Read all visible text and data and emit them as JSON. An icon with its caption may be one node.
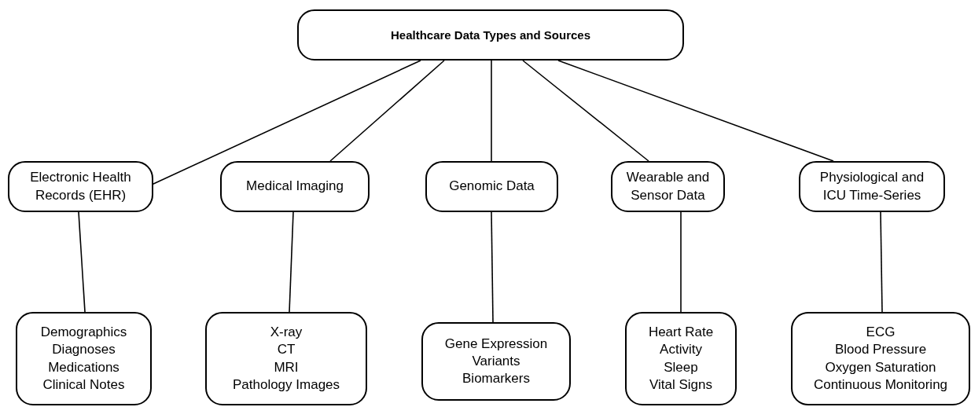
{
  "diagram": {
    "nodes": [
      {
        "text": [
          "Healthcare Data Types and Sources"
        ]
      },
      {
        "text": [
          "Electronic Health Records (EHR)"
        ]
      },
      {
        "text": [
          "Medical Imaging"
        ]
      },
      {
        "text": [
          "Genomic Data"
        ]
      },
      {
        "text": [
          "Wearable and Sensor Data"
        ]
      },
      {
        "text": [
          "Physiological and ICU Time-Series"
        ]
      },
      {
        "text": [
          "Demographics",
          "Diagnoses",
          "Medications",
          "Clinical Notes"
        ]
      },
      {
        "text": [
          "X-ray",
          "CT",
          "MRI",
          "Pathology Images"
        ]
      },
      {
        "text": [
          "Gene Expression",
          "Variants",
          "Biomarkers"
        ]
      },
      {
        "text": [
          "Heart Rate",
          "Activity",
          "Sleep",
          "Vital Signs"
        ]
      },
      {
        "text": [
          "ECG",
          "Blood Pressure",
          "Oxygen Saturation",
          "Continuous Monitoring"
        ]
      }
    ],
    "edges": [
      {
        "from": 0,
        "to": 1,
        "arrow": "none"
      },
      {
        "from": 0,
        "to": 2,
        "arrow": "none"
      },
      {
        "from": 0,
        "to": 3,
        "arrow": "none"
      },
      {
        "from": 0,
        "to": 4,
        "arrow": "none"
      },
      {
        "from": 0,
        "to": 5,
        "arrow": "none"
      },
      {
        "from": 1,
        "to": 6,
        "arrow": "none"
      },
      {
        "from": 2,
        "to": 7,
        "arrow": "none"
      },
      {
        "from": 3,
        "to": 8,
        "arrow": "none"
      },
      {
        "from": 4,
        "to": 9,
        "arrow": "none"
      },
      {
        "from": 5,
        "to": 10,
        "arrow": "none"
      }
    ]
  }
}
